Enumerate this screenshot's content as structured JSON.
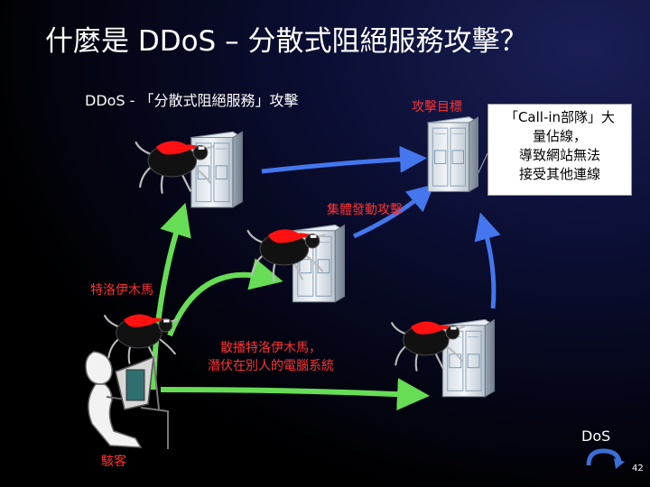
{
  "slide": {
    "title": "什麼是 DDoS – 分散式阻絕服務攻擊？",
    "subtitle": "DDoS - 「分散式阻絕服務」攻擊",
    "labels": {
      "target": "攻擊目標",
      "collective_attack": "集體發動攻擊",
      "trojan": "特洛伊木馬",
      "spread_line1": "散播特洛伊木馬，",
      "spread_line2": "潛伏在別人的電腦系統",
      "hacker": "駭客"
    },
    "callout": {
      "lines": [
        "「Call-in部隊」大",
        "量佔線，",
        "導致網站無法",
        "接受其他連線"
      ]
    },
    "dos_label": "DoS",
    "page_number": "42"
  },
  "colors": {
    "background": "#000000",
    "label_red": "#ff3333",
    "arrow_green": "#66dd55",
    "arrow_blue": "#4477ee",
    "virus_red": "#ff1111"
  },
  "icons": [
    "server-icon",
    "virus-icon",
    "hacker-icon",
    "refresh-arrow-icon"
  ]
}
